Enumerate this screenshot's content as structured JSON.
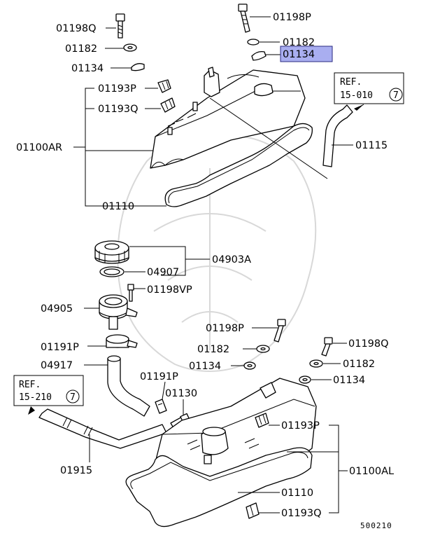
{
  "labels": {
    "bolt_top_left": "01198Q",
    "washer_top_left": "01182",
    "seal_top_left": "01134",
    "bolt_top_right": "01198P",
    "washer_top_right": "01182",
    "seal_top_right_highlighted": "01134",
    "clip_p_top": "01193P",
    "clip_q_top": "01193Q",
    "cover_right_bank": "01100AR",
    "gasket_top": "01110",
    "hose_top": "01115",
    "cap_assembly": "04903A",
    "cap_gasket": "04907",
    "bolt_neck": "01198VP",
    "oil_filler_neck": "04905",
    "hose_clip_left": "01191P",
    "hose_short": "04917",
    "hose_clip_mid": "01191P",
    "pcv_valve": "01130",
    "bolt_lower_p": "01198P",
    "washer_lower_left": "01182",
    "seal_lower_left": "01134",
    "bolt_lower_q": "01198Q",
    "washer_lower_right": "01182",
    "seal_lower_right": "01134",
    "clip_p_lower": "01193P",
    "cover_left_bank": "01100AL",
    "gasket_lower": "01110",
    "clip_q_lower": "01193Q",
    "hose_long": "01915"
  },
  "refs": {
    "top": {
      "prefix": "REF.",
      "code": "15-010",
      "circled": "7"
    },
    "left": {
      "prefix": "REF.",
      "code": "15-210",
      "circled": "7"
    }
  },
  "diagram_id": "500210",
  "highlight_color": "#a9aef0"
}
